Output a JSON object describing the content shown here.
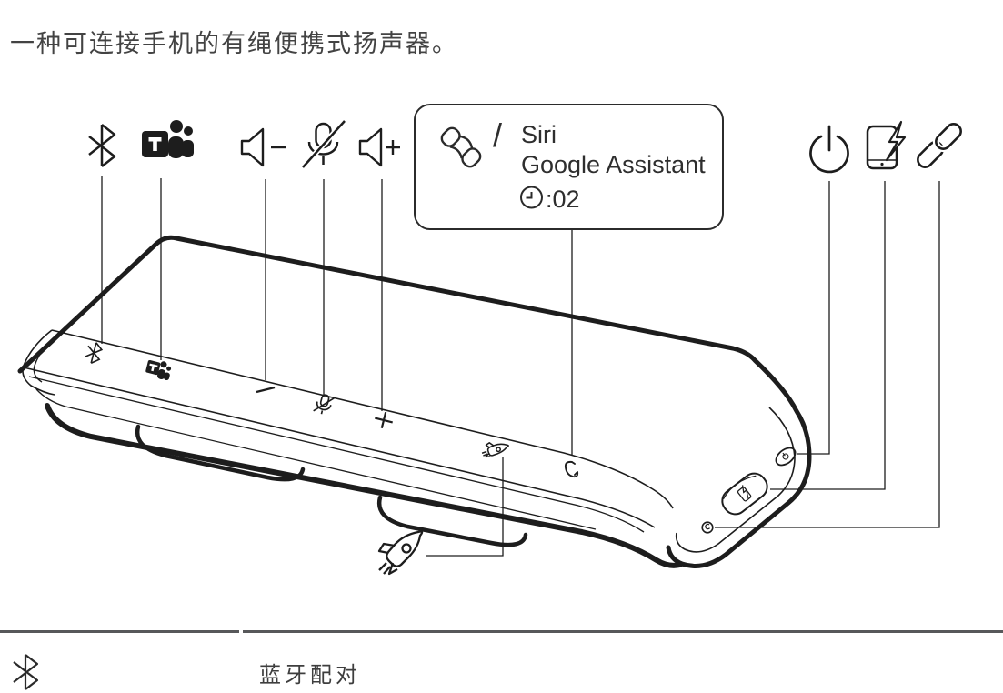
{
  "colors": {
    "ink": "#1d1d1d",
    "divider": "#57585a",
    "body_text": "#434343"
  },
  "header": {
    "description": "一种可连接手机的有绳便携式扬声器。"
  },
  "diagram": {
    "top_icons": [
      {
        "name": "bluetooth-icon"
      },
      {
        "name": "ms-teams-icon"
      },
      {
        "name": "volume-down-icon"
      },
      {
        "name": "microphone-mute-icon"
      },
      {
        "name": "volume-up-icon"
      },
      {
        "name": "power-icon"
      },
      {
        "name": "phone-charging-icon"
      },
      {
        "name": "link-icon"
      }
    ],
    "bottom_icons": [
      {
        "name": "rocket-icon"
      }
    ],
    "assistant_callout": {
      "phone_icon": "phone-handset-icon",
      "separator": "/",
      "assistant_1": "Siri",
      "assistant_2": "Google Assistant",
      "clock_icon": "clock-icon",
      "hold_time": ":02"
    }
  },
  "legend": {
    "rows": [
      {
        "icon": "bluetooth-icon",
        "label": "蓝牙配对"
      }
    ]
  }
}
